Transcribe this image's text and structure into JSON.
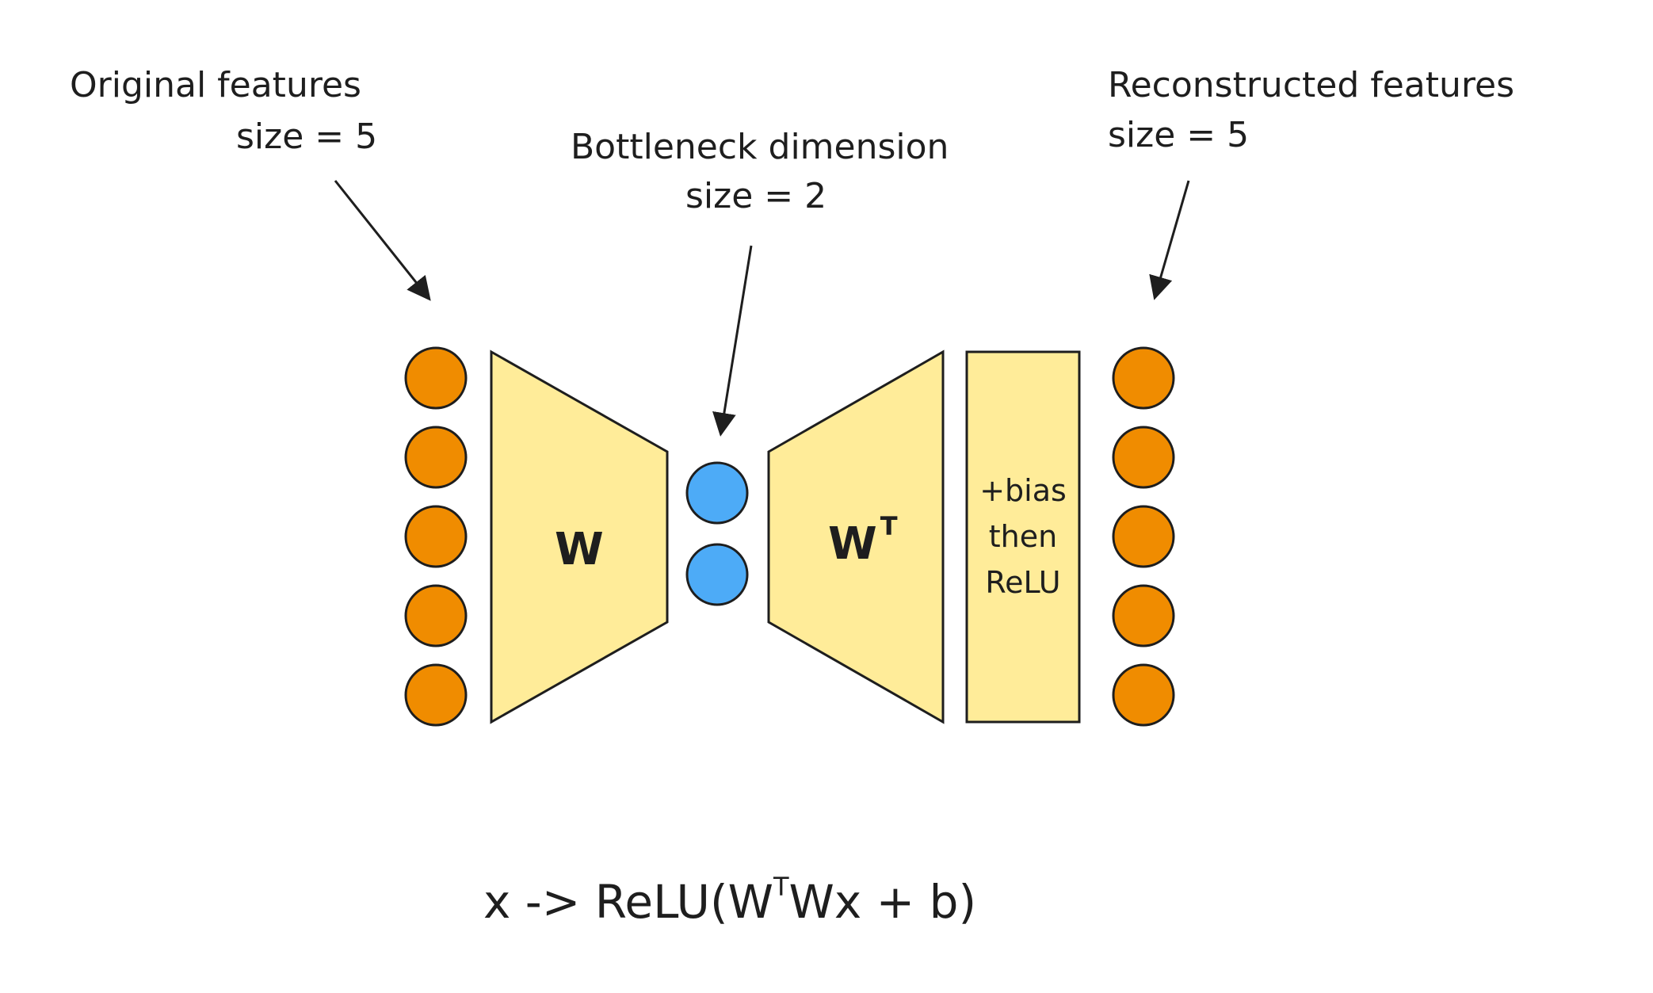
{
  "annotations": {
    "original_title": "Original features",
    "original_size": "size = 5",
    "bottleneck_title": "Bottleneck dimension",
    "bottleneck_size": "size = 2",
    "reconstructed_title": "Reconstructed features",
    "reconstructed_size": "size = 5"
  },
  "blocks": {
    "encoder_label": "W",
    "decoder_label": "W",
    "decoder_superscript": "T",
    "bias_line1": "+bias",
    "bias_line2": "then",
    "bias_line3": "ReLU"
  },
  "formula": {
    "prefix": "x -> ReLU(W",
    "superscript": "T",
    "suffix": "Wx + b)"
  },
  "counts": {
    "input_nodes": 5,
    "bottleneck_nodes": 2,
    "output_nodes": 5
  },
  "colors": {
    "feature_node": "#f08c00",
    "bottleneck_node": "#4dabf7",
    "block_fill": "#ffec99",
    "stroke": "#1e1e1e"
  }
}
